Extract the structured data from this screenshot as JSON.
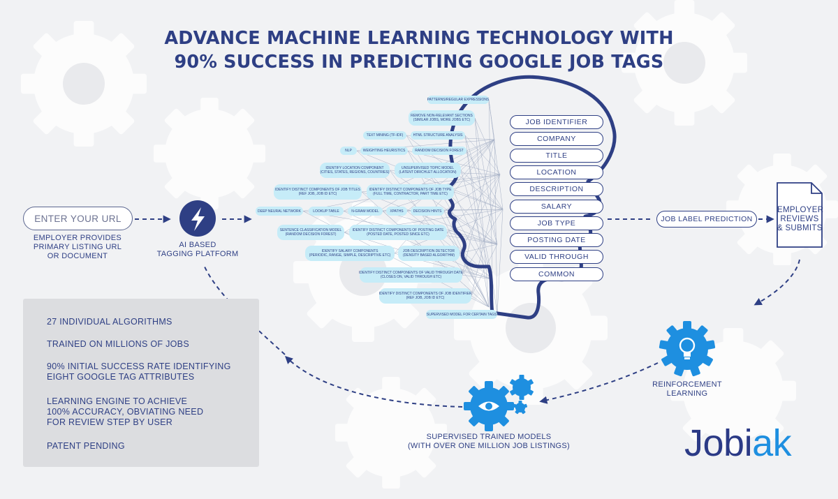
{
  "title": {
    "line1": "ADVANCE MACHINE LEARNING TECHNOLOGY WITH",
    "line2": "90% SUCCESS IN PREDICTING GOOGLE JOB TAGS"
  },
  "input": {
    "url_pill": "ENTER YOUR URL",
    "caption": [
      "EMPLOYER PROVIDES",
      "PRIMARY LISTING URL",
      "OR DOCUMENT"
    ]
  },
  "platform": {
    "icon": "lightning-bolt-icon",
    "caption": [
      "AI BASED",
      "TAGGING PLATFORM"
    ]
  },
  "algorithms": [
    {
      "lines": [
        "PATTERNS/REGULAR EXPRESSIONS"
      ]
    },
    {
      "lines": [
        "REMOVE NON-RELEVANT SECTIONS",
        "(SIMILAR JOBS, MORE JOBS ETC)"
      ]
    },
    {
      "lines": [
        "TEXT MINING (TF-IDF)"
      ]
    },
    {
      "lines": [
        "HTML STRUCTURE ANALYSIS"
      ]
    },
    {
      "lines": [
        "NLP"
      ]
    },
    {
      "lines": [
        "WEIGHTING HEURISTICS"
      ]
    },
    {
      "lines": [
        "RANDOM DECISION FOREST"
      ]
    },
    {
      "lines": [
        "IDENTIFY LOCATION COMPONENT",
        "(CITIES, STATES, REGIONS, COUNTRIES)"
      ]
    },
    {
      "lines": [
        "UNSUPERVISED TOPIC MODEL",
        "(LATENT DIRICHLET ALLOCATION)"
      ]
    },
    {
      "lines": [
        "IDENTIFY DISTINCT COMPONENTS OF JOB TITLES",
        "(REF JOB, JOB ID ETC)"
      ]
    },
    {
      "lines": [
        "IDENTIFY DISTINCT COMPONENTS OF JOB TYPE",
        "(FULL TIME, CONTRACTOR, PART TIME ETC)"
      ]
    },
    {
      "lines": [
        "DEEP NEURAL NETWORK"
      ]
    },
    {
      "lines": [
        "LOOKUP TABLE"
      ]
    },
    {
      "lines": [
        "N-GRAM MODEL"
      ]
    },
    {
      "lines": [
        "XPATHS"
      ]
    },
    {
      "lines": [
        "DECISION HINTS"
      ]
    },
    {
      "lines": [
        "SENTENCE CLASSIFICATION MODEL",
        "(RANDOM DECISION FOREST)"
      ]
    },
    {
      "lines": [
        "IDENTIFY DISTINCT COMPONENTS OF POSTING DATE",
        "(POSTED DATE, POSTED SINCE ETC)"
      ]
    },
    {
      "lines": [
        "IDENTIFY SALARY COMPONENTS",
        "(PERIODIC, RANGE, SIMPLE, DESCRIPTIVE ETC)"
      ]
    },
    {
      "lines": [
        "JOB DESCRIPTION DETECTOR",
        "(DENSITY BASED ALGORITHM)"
      ]
    },
    {
      "lines": [
        "IDENTIFY DISTINCT COMPONENTS OF VALID THROUGH DATE",
        "(CLOSES ON, VALID THROUGH ETC)"
      ]
    },
    {
      "lines": [
        "IDENTIFY DISTINCT COMPONENTS OF JOB IDENTIFIER",
        "(REF JOB, JOB ID ETC)"
      ]
    },
    {
      "lines": [
        "SUPERVISED MODEL FOR CERTAIN TAGS"
      ]
    }
  ],
  "tags": [
    "JOB IDENTIFIER",
    "COMPANY",
    "TITLE",
    "LOCATION",
    "DESCRIPTION",
    "SALARY",
    "JOB TYPE",
    "POSTING DATE",
    "VALID THROUGH",
    "COMMON"
  ],
  "prediction": {
    "label": "JOB LABEL PREDICTION"
  },
  "employer": {
    "lines": [
      "EMPLOYER",
      "REVIEWS",
      "& SUBMITS"
    ]
  },
  "reinforcement": {
    "icon": "lightbulb-gear-icon",
    "caption": [
      "REINFORCEMENT",
      "LEARNING"
    ]
  },
  "supervised": {
    "icon": "eye-gear-icon",
    "caption": [
      "SUPERVISED TRAINED MODELS",
      "(WITH OVER ONE MILLION JOB LISTINGS)"
    ]
  },
  "stats": [
    {
      "lines": [
        "27 INDIVIDUAL ALGORITHMS"
      ]
    },
    {
      "lines": [
        "TRAINED ON MILLIONS OF JOBS"
      ]
    },
    {
      "lines": [
        "90% INITIAL SUCCESS RATE  IDENTIFYING",
        "EIGHT GOOGLE TAG ATTRIBUTES"
      ]
    },
    {
      "lines": [
        "LEARNING ENGINE TO ACHIEVE",
        "100% ACCURACY, OBVIATING NEED",
        "FOR REVIEW STEP BY USER"
      ]
    },
    {
      "lines": [
        "PATENT PENDING"
      ]
    }
  ],
  "logo": {
    "part1": "Jobi",
    "part2": "ak"
  },
  "colors": {
    "navy": "#2e3f84",
    "accent_blue": "#1e8fe0",
    "algo_fill": "#c6ecf8",
    "background": "#f1f2f4",
    "panel": "#dcdde0"
  }
}
